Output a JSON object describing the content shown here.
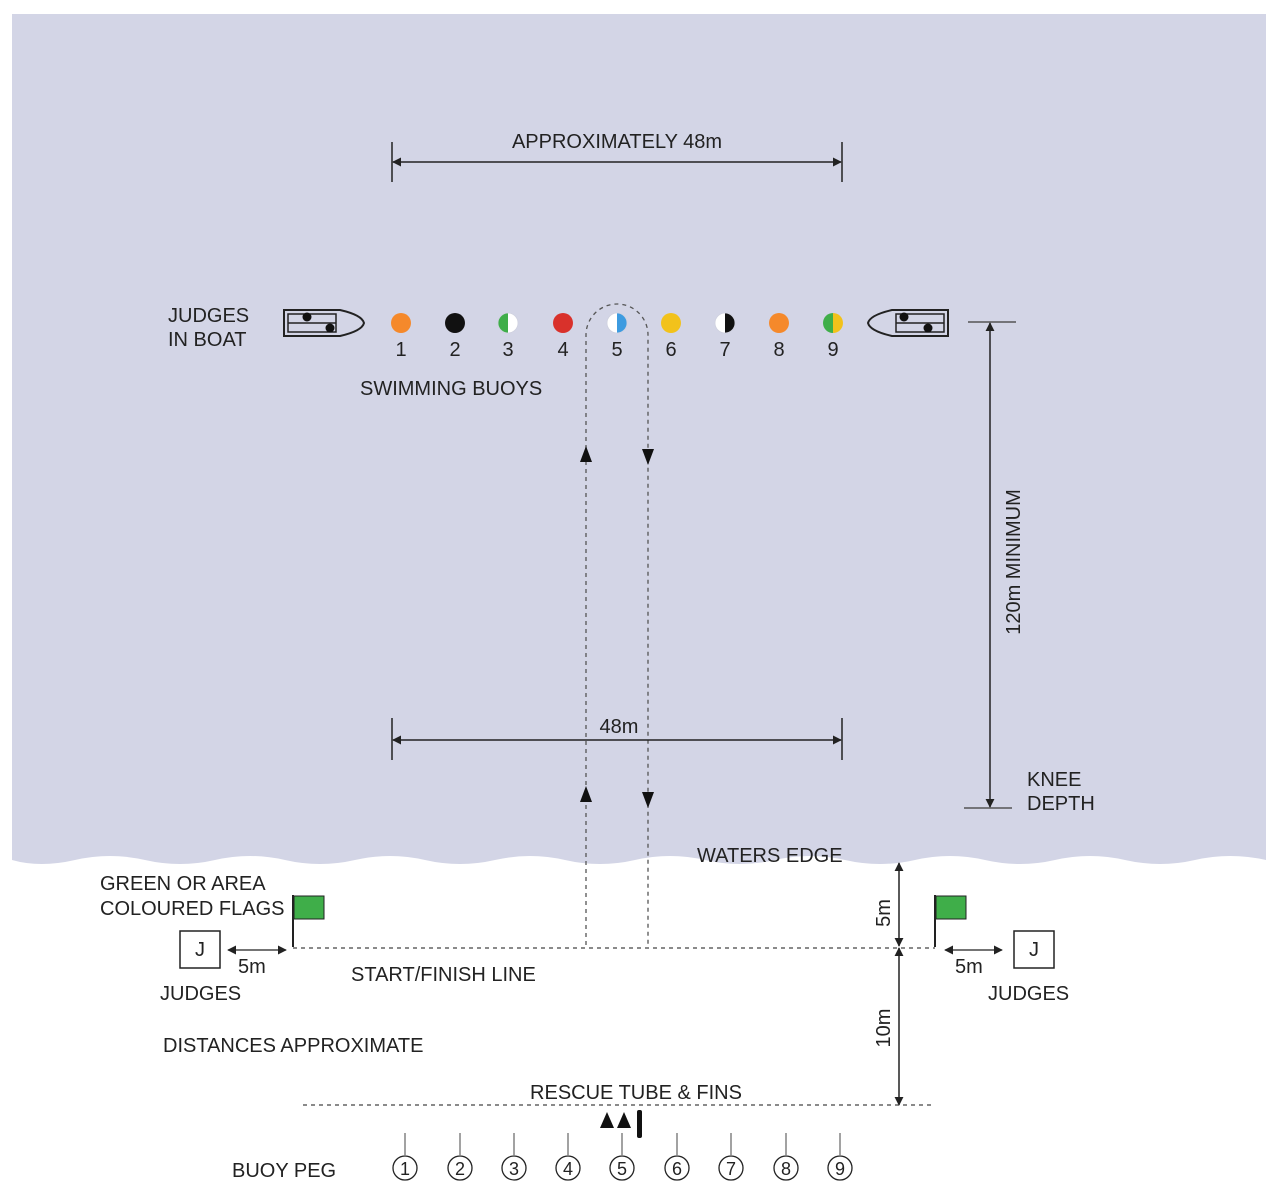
{
  "colors": {
    "water": "#d3d5e6",
    "sand": "#ffffff",
    "ink": "#222222",
    "flag": "#3fae49"
  },
  "labels": {
    "approx_width": "APPROXIMATELY 48m",
    "judges_boat_line1": "JUDGES",
    "judges_boat_line2": "IN BOAT",
    "swimming_buoys": "SWIMMING BUOYS",
    "min_distance": "120m MINIMUM",
    "beach_width": "48m",
    "knee_line1": "KNEE",
    "knee_line2": "DEPTH",
    "waters_edge": "WATERS EDGE",
    "flags_line1": "GREEN OR AREA",
    "flags_line2": "COLOURED FLAGS",
    "judge_box": "J",
    "five_m_left": "5m",
    "five_m_right": "5m",
    "five_m_vertical": "5m",
    "judges_left": "JUDGES",
    "judges_right": "JUDGES",
    "start_finish": "START/FINISH LINE",
    "distances": "DISTANCES APPROXIMATE",
    "ten_m": "10m",
    "rescue_tube": "RESCUE TUBE & FINS",
    "buoy_peg": "BUOY PEG"
  },
  "buoys": [
    {
      "number": "1",
      "colors": [
        "#f5892b",
        "#f5892b"
      ]
    },
    {
      "number": "2",
      "colors": [
        "#111111",
        "#111111"
      ]
    },
    {
      "number": "3",
      "colors": [
        "#3fae49",
        "#ffffff"
      ]
    },
    {
      "number": "4",
      "colors": [
        "#d9312b",
        "#d9312b"
      ]
    },
    {
      "number": "5",
      "colors": [
        "#ffffff",
        "#3d9be0"
      ]
    },
    {
      "number": "6",
      "colors": [
        "#f2c21b",
        "#f2c21b"
      ]
    },
    {
      "number": "7",
      "colors": [
        "#ffffff",
        "#111111"
      ]
    },
    {
      "number": "8",
      "colors": [
        "#f5892b",
        "#f5892b"
      ]
    },
    {
      "number": "9",
      "colors": [
        "#3fae49",
        "#f2c21b"
      ]
    }
  ],
  "pegs": [
    "1",
    "2",
    "3",
    "4",
    "5",
    "6",
    "7",
    "8",
    "9"
  ]
}
